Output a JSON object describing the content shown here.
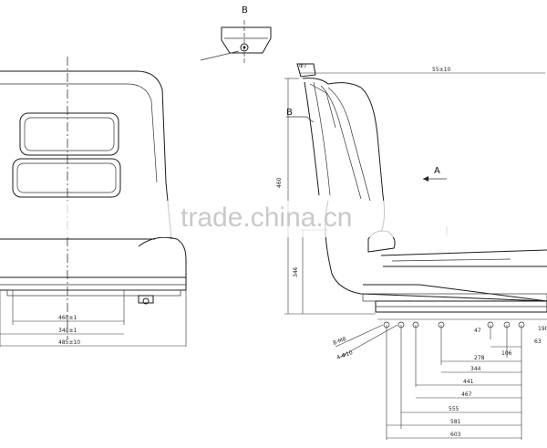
{
  "view_labels": {
    "section_b_top": "B",
    "section_b_side": "B",
    "arrow_a": "A"
  },
  "front_view_dims": {
    "inner_width": "460±1",
    "middle_width": "340±1",
    "overall_width": "485±10"
  },
  "side_view_dims": {
    "top_phi": "Φ7",
    "depth": "55±10",
    "back_height": "460",
    "seat_height": "346",
    "bolt_dia_1": "8-M8",
    "bolt_dia_2": "4-Φ10",
    "d_47": "47",
    "d_190": "190",
    "d_106": "106",
    "d_63": "63",
    "d_278": "278",
    "d_344": "344",
    "d_441": "441",
    "d_467": "467",
    "d_555": "555",
    "d_581": "581",
    "d_603": "603"
  },
  "watermark": "trade.china.cn"
}
